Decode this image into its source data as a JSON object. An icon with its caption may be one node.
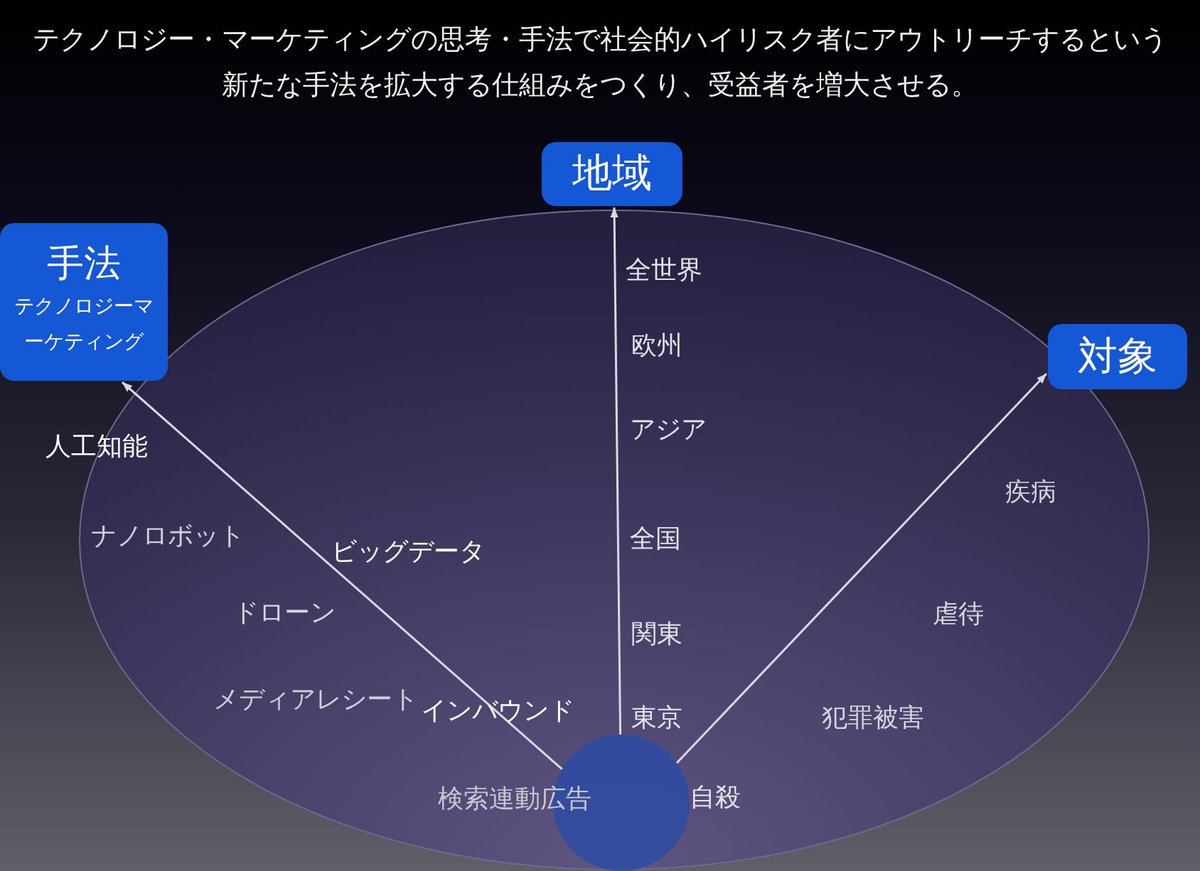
{
  "diagram": {
    "title": "テクノロジー・マーケティングの思考・手法で社会的ハイリスク者にアウトリーチするという新たな手法を拡大する仕組みをつくり、受益者を増大させる。",
    "nodes": [
      {
        "text": [
          "手法",
          "テクノロジーマーケティング"
        ]
      },
      {
        "text": [
          "地域"
        ]
      },
      {
        "text": [
          "対象"
        ]
      },
      {
        "text": [],
        "shape": "circle"
      }
    ],
    "edges": [
      {
        "from": 3,
        "to": 0,
        "arrow": "to"
      },
      {
        "from": 3,
        "to": 1,
        "arrow": "to"
      },
      {
        "from": 3,
        "to": 2,
        "arrow": "to"
      }
    ],
    "labels": [
      "全世界",
      "欧州",
      "アジア",
      "人工知能",
      "疾病",
      "ナノロボット",
      "全国",
      "ビッグデータ",
      "ドローン",
      "虐待",
      "関東",
      "メディアレシート",
      "インバウンド",
      "東京",
      "犯罪被害",
      "検索連動広告",
      "自殺"
    ]
  }
}
